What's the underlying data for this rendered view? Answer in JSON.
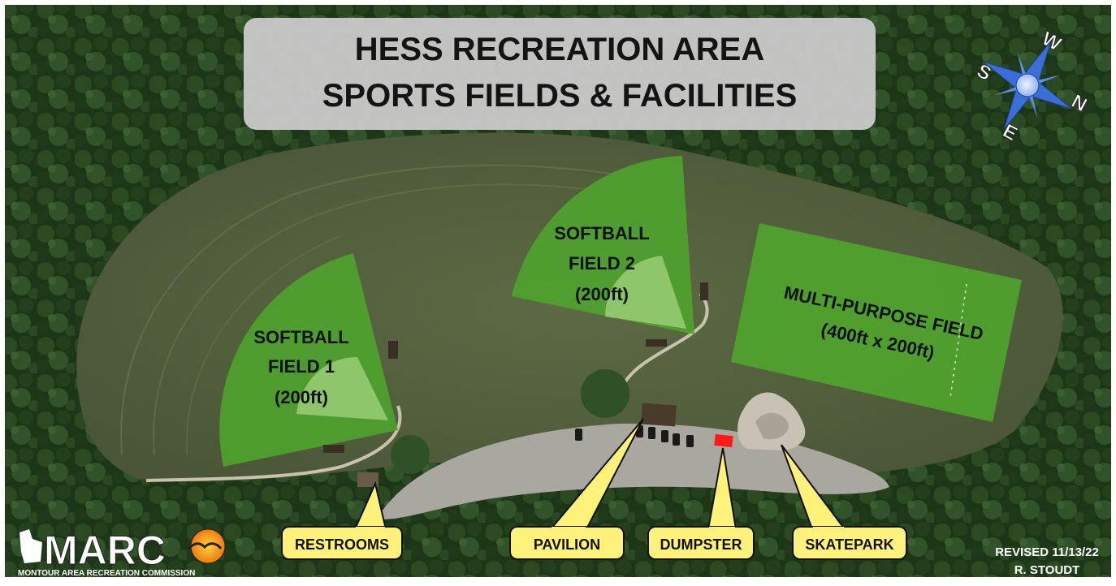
{
  "title": {
    "line1": "HESS RECREATION AREA",
    "line2": "SPORTS FIELDS & FACILITIES"
  },
  "fields": [
    {
      "id": "softball-field-1",
      "lines": [
        "SOFTBALL",
        "FIELD 1",
        "(200ft)"
      ]
    },
    {
      "id": "softball-field-2",
      "lines": [
        "SOFTBALL",
        "FIELD 2",
        "(200ft)"
      ]
    },
    {
      "id": "multi-purpose-field",
      "lines": [
        "MULTI-PURPOSE FIELD",
        "(400ft x 200ft)"
      ]
    }
  ],
  "callouts": [
    {
      "id": "restrooms",
      "label": "RESTROOMS"
    },
    {
      "id": "pavilion",
      "label": "PAVILION"
    },
    {
      "id": "dumpster",
      "label": "DUMPSTER"
    },
    {
      "id": "skatepark",
      "label": "SKATEPARK"
    }
  ],
  "compass": {
    "n": "N",
    "e": "E",
    "s": "S",
    "w": "W"
  },
  "logo": {
    "wordmark": "MARC",
    "tagline": "MONTOUR AREA RECREATION COMMISSION"
  },
  "revision": {
    "line1": "REVISED 11/13/22",
    "line2": "R. STOUDT"
  },
  "colors": {
    "forest": "#1f3a1a",
    "lawn": "#55603d",
    "field_green": "#4fa52c",
    "callout_yellow": "#fff27a",
    "dumpster_red": "#ff1a1a",
    "title_box": "#c9c9c9",
    "compass_blue": "#3a6fd8"
  }
}
